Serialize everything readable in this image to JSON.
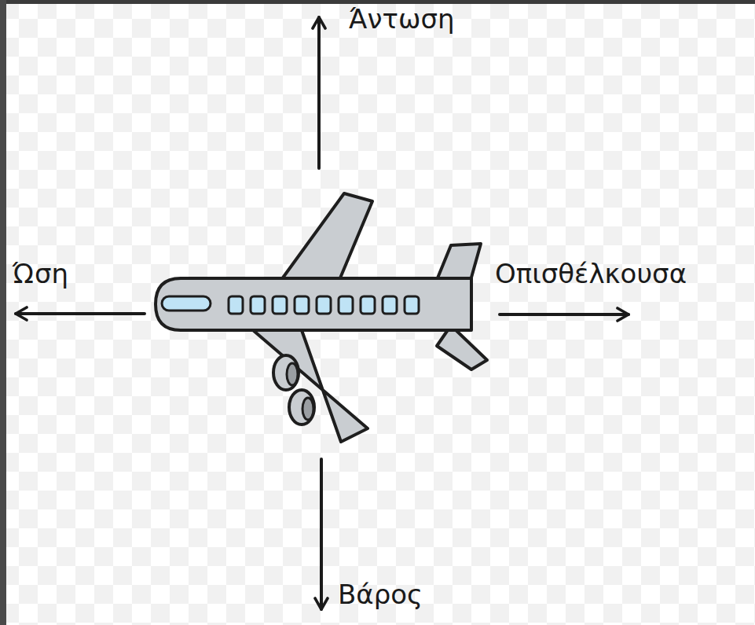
{
  "diagram": {
    "labels": [
      "Άντωση",
      "Ώση",
      "Οπισθέλκουσα",
      "Βάρος"
    ]
  }
}
